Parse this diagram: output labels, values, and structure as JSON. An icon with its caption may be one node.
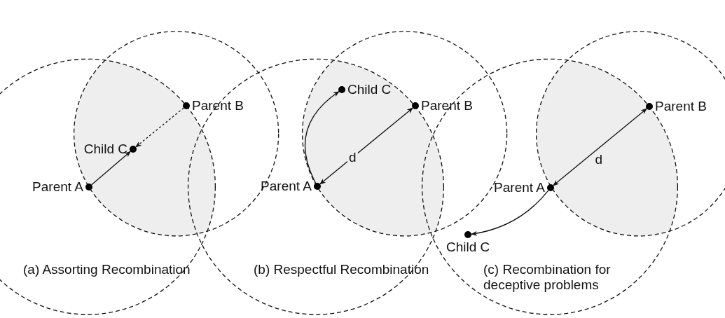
{
  "diagram": {
    "nodes": [
      {
        "text": [
          "Parent A"
        ]
      },
      {
        "text": [
          "Child C"
        ]
      },
      {
        "text": [
          "Parent B"
        ]
      },
      {
        "text": [
          "Parent A"
        ]
      },
      {
        "text": [
          "Child C"
        ]
      },
      {
        "text": [
          "Parent B"
        ]
      },
      {
        "text": [
          "Parent A"
        ]
      },
      {
        "text": [
          "Parent B"
        ]
      },
      {
        "text": [
          "Child C"
        ]
      }
    ],
    "edges": [
      {
        "from": 0,
        "to": 1,
        "arrow": "to"
      },
      {
        "from": 2,
        "to": 1,
        "arrow": "to",
        "style": "dashed"
      },
      {
        "from": 3,
        "to": 5,
        "arrow": "both",
        "label": "d"
      },
      {
        "from": 3,
        "to": 4,
        "arrow": "to"
      },
      {
        "from": 6,
        "to": 7,
        "arrow": "both",
        "label": "d"
      },
      {
        "from": 6,
        "to": 8,
        "arrow": "to"
      }
    ],
    "labels": [
      "(a) Assorting Recombination",
      "(b) Respectful Recombination",
      "(c) Recombination for deceptive problems"
    ]
  }
}
